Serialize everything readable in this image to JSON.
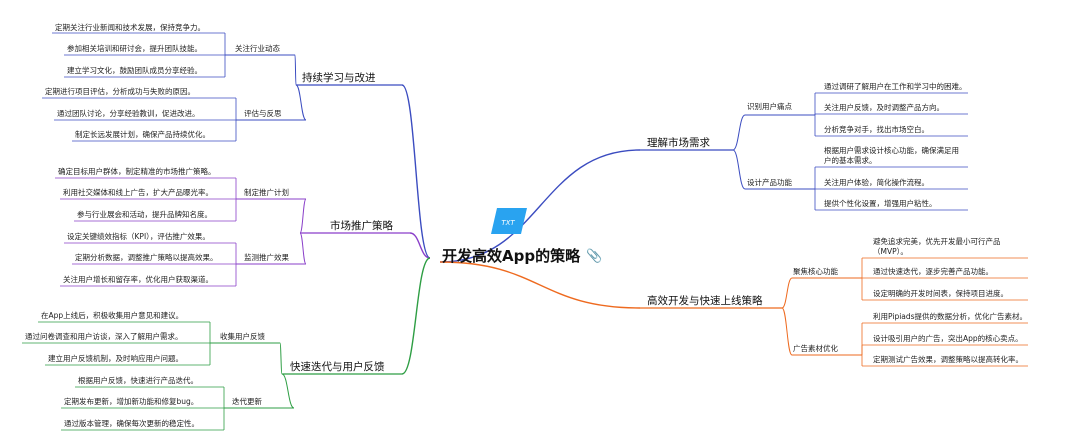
{
  "center": {
    "title": "开发高效App的策略",
    "logo_text": "TXT",
    "icon": "paperclip-icon"
  },
  "colors": {
    "blue": "#3b4cc0",
    "orange": "#ee6a1f",
    "purple": "#8a3fc9",
    "green": "#2e9e44",
    "logo": "#29a3f0"
  },
  "branches": [
    {
      "label": "理解市场需求",
      "color": "blue",
      "children": [
        {
          "label": "识别用户痛点",
          "leaves": [
            "通过调研了解用户在工作和学习中的困难。",
            "关注用户反馈，及时调整产品方向。",
            "分析竞争对手，找出市场空白。"
          ]
        },
        {
          "label": "设计产品功能",
          "leaves": [
            "根据用户需求设计核心功能，确保满足用户的基本需求。",
            "关注用户体验，简化操作流程。",
            "提供个性化设置，增强用户粘性。"
          ]
        }
      ]
    },
    {
      "label": "高效开发与快速上线策略",
      "color": "orange",
      "children": [
        {
          "label": "聚焦核心功能",
          "leaves": [
            "避免追求完美，优先开发最小可行产品（MVP）。",
            "通过快速迭代，逐步完善产品功能。",
            "设定明确的开发时间表，保持项目进度。"
          ]
        },
        {
          "label": "广告素材优化",
          "leaves": [
            "利用Pipiads提供的数据分析，优化广告素材。",
            "设计吸引用户的广告，突出App的核心卖点。",
            "定期测试广告效果，调整策略以提高转化率。"
          ]
        }
      ]
    },
    {
      "label": "持续学习与改进",
      "color": "blue",
      "children": [
        {
          "label": "关注行业动态",
          "leaves": [
            "定期关注行业新闻和技术发展，保持竞争力。",
            "参加相关培训和研讨会，提升团队技能。",
            "建立学习文化，鼓励团队成员分享经验。"
          ]
        },
        {
          "label": "评估与反思",
          "leaves": [
            "定期进行项目评估，分析成功与失败的原因。",
            "通过团队讨论，分享经验教训，促进改进。",
            "制定长远发展计划，确保产品持续优化。"
          ]
        }
      ]
    },
    {
      "label": "市场推广策略",
      "color": "purple",
      "children": [
        {
          "label": "制定推广计划",
          "leaves": [
            "确定目标用户群体，制定精准的市场推广策略。",
            "利用社交媒体和线上广告，扩大产品曝光率。",
            "参与行业展会和活动，提升品牌知名度。"
          ]
        },
        {
          "label": "监测推广效果",
          "leaves": [
            "设定关键绩效指标（KPI），评估推广效果。",
            "定期分析数据，调整推广策略以提高效果。",
            "关注用户增长和留存率，优化用户获取渠道。"
          ]
        }
      ]
    },
    {
      "label": "快速迭代与用户反馈",
      "color": "green",
      "children": [
        {
          "label": "收集用户反馈",
          "leaves": [
            "在App上线后，积极收集用户意见和建议。",
            "通过问卷调查和用户访谈，深入了解用户需求。",
            "建立用户反馈机制，及时响应用户问题。"
          ]
        },
        {
          "label": "迭代更新",
          "leaves": [
            "根据用户反馈，快速进行产品迭代。",
            "定期发布更新，增加新功能和修复bug。",
            "通过版本管理，确保每次更新的稳定性。"
          ]
        }
      ]
    }
  ]
}
